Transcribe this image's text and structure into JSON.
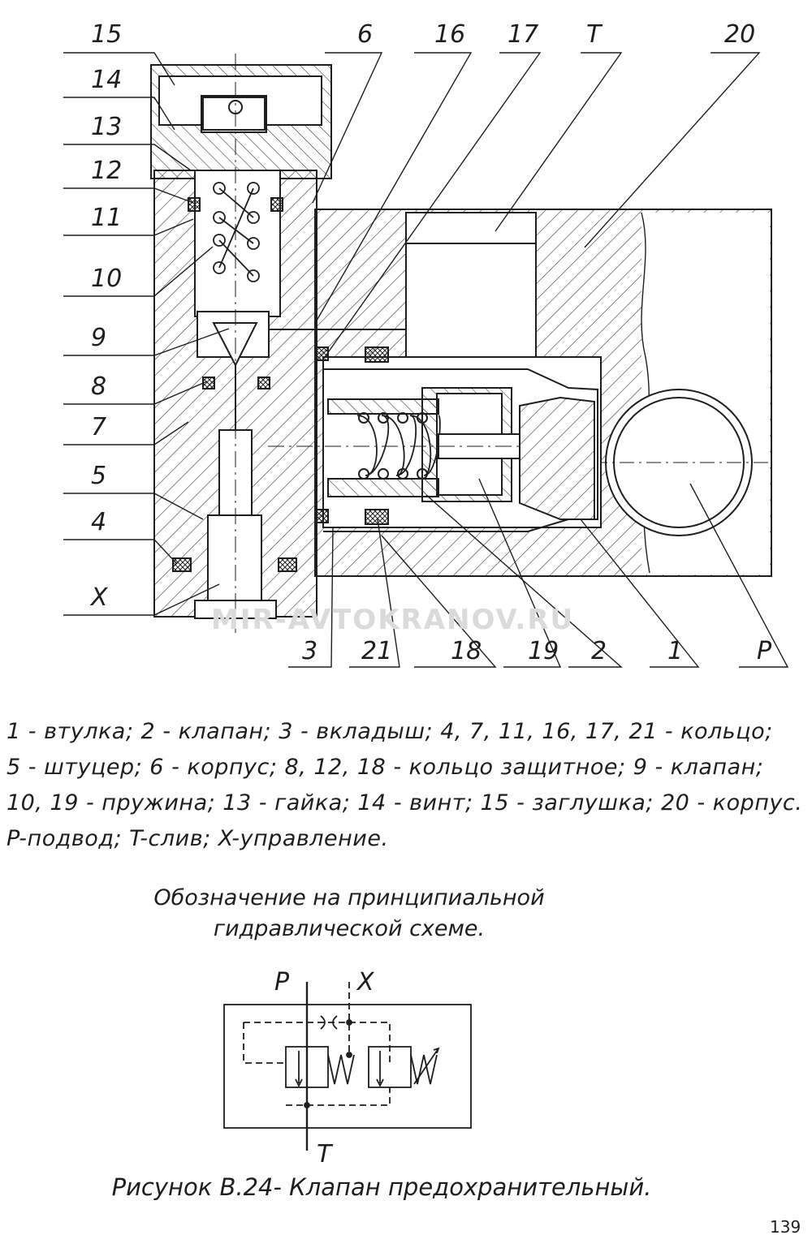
{
  "callouts": {
    "top": [
      "15",
      "14",
      "13",
      "12",
      "11",
      "10",
      "9",
      "8",
      "7",
      "5",
      "4",
      "X"
    ],
    "topright": [
      "6",
      "16",
      "17",
      "T",
      "20"
    ],
    "bottom": [
      "3",
      "21",
      "18",
      "19",
      "2",
      "1",
      "P"
    ]
  },
  "watermark": "MIR-AVTOKRANOV.RU",
  "legend": {
    "line1": "1 - втулка; 2 - клапан; 3 - вкладыш; 4, 7, 11, 16, 17, 21 - кольцо;",
    "line2": "5 - штуцер; 6 - корпус; 8, 12, 18 - кольцо защитное; 9 - клапан;",
    "line3": "10, 19 - пружина; 13 - гайка; 14 - винт; 15 - заглушка; 20 - корпус.",
    "line4": "P-подвод; T-слив; X-управление."
  },
  "designation": {
    "line1": "Обозначение на принципиальной",
    "line2": "гидравлической схеме."
  },
  "schematic_labels": {
    "p": "P",
    "x": "X",
    "t": "T"
  },
  "caption": "Рисунок В.24- Клапан предохранительный.",
  "page_number": "139"
}
